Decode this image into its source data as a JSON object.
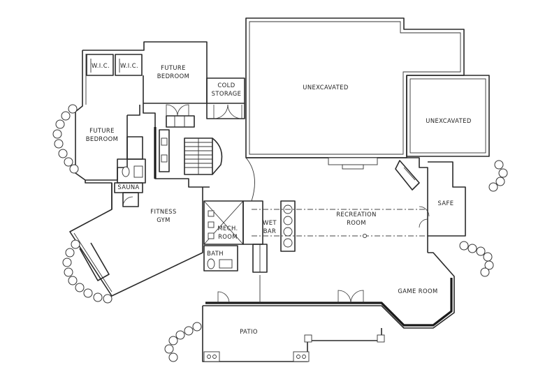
{
  "plan": {
    "rooms": {
      "unexcavated_main": "UNEXCAVATED",
      "unexcavated_side": "UNEXCAVATED",
      "future_bedroom_top": [
        "FUTURE",
        "BEDROOM"
      ],
      "future_bedroom_left": [
        "FUTURE",
        "BEDROOM"
      ],
      "cold_storage": [
        "COLD",
        "STORAGE"
      ],
      "wic_1": "W.I.C.",
      "wic_2": "W.I.C.",
      "sauna": "SAUNA",
      "fitness_gym": [
        "FITNESS",
        "GYM"
      ],
      "mech_room": [
        "MECH.",
        "ROOM"
      ],
      "wet_bar": [
        "WET",
        "BAR"
      ],
      "recreation_room": [
        "RECREATION",
        "ROOM"
      ],
      "safe": "SAFE",
      "bath": "BATH",
      "game_room": "GAME ROOM",
      "patio": "PATIO"
    }
  }
}
